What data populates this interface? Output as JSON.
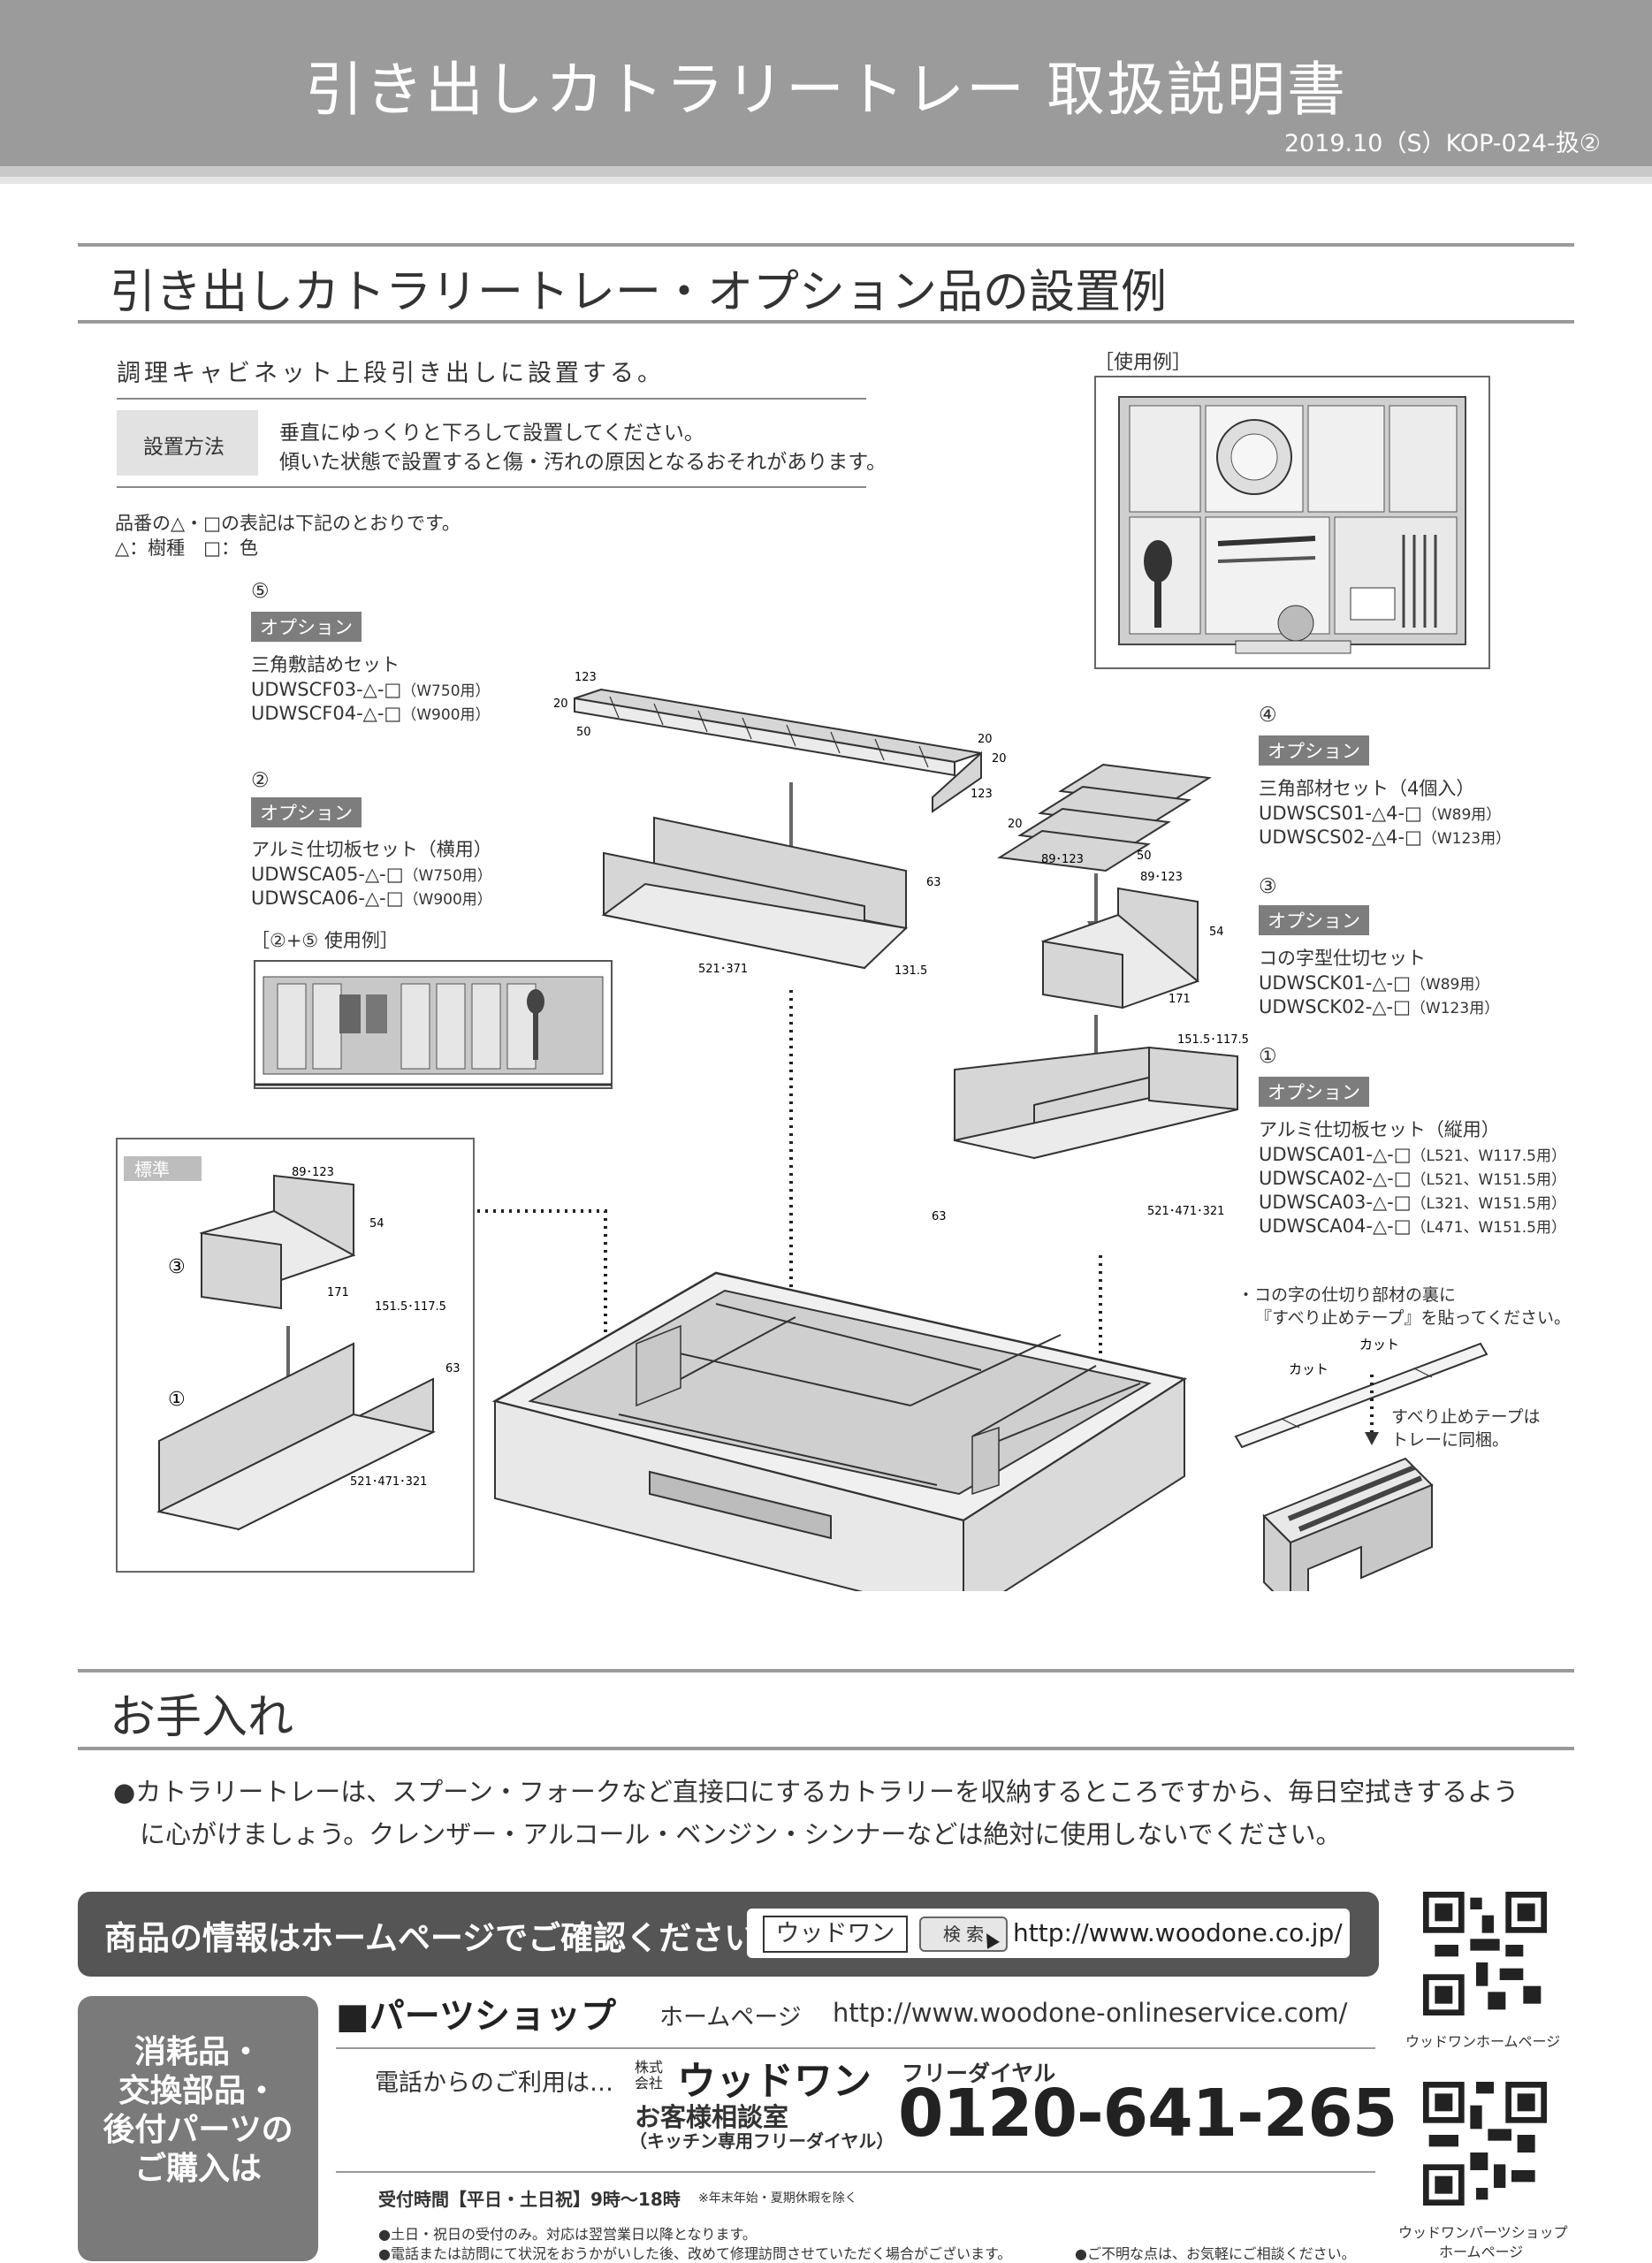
{
  "header": {
    "title": "引き出しカトラリートレー 取扱説明書",
    "doc_code": "2019.10（S）KOP-024-扱②"
  },
  "section1": {
    "title": "引き出しカトラリートレー・オプション品の設置例",
    "lead": "調理キャビネット上段引き出しに設置する。",
    "method_label": "設置方法",
    "method_lines": [
      "垂直にゆっくりと下ろして設置してください。",
      "傾いた状態で設置すると傷・汚れの原因となるおそれがあります。"
    ],
    "notation_lines": [
      "品番の△・□の表記は下記のとおりです。",
      "△：樹種　□：色"
    ],
    "usage_example_label": "［使用例］"
  },
  "options": {
    "opt5": {
      "num": "⑤",
      "tag": "オプション",
      "name": "三角敷詰めセット",
      "codes": [
        {
          "code": "UDWSCF03-△-□",
          "note": "（W750用）"
        },
        {
          "code": "UDWSCF04-△-□",
          "note": "（W900用）"
        }
      ]
    },
    "opt2": {
      "num": "②",
      "tag": "オプション",
      "name": "アルミ仕切板セット（横用）",
      "codes": [
        {
          "code": "UDWSCA05-△-□",
          "note": "（W750用）"
        },
        {
          "code": "UDWSCA06-△-□",
          "note": "（W900用）"
        }
      ],
      "example": "［②+⑤ 使用例］"
    },
    "opt4": {
      "num": "④",
      "tag": "オプション",
      "name": "三角部材セット（4個入）",
      "codes": [
        {
          "code": "UDWSCS01-△4-□",
          "note": "（W89用）"
        },
        {
          "code": "UDWSCS02-△4-□",
          "note": "（W123用）"
        }
      ]
    },
    "opt3": {
      "num": "③",
      "tag": "オプション",
      "name": "コの字型仕切セット",
      "codes": [
        {
          "code": "UDWSCK01-△-□",
          "note": "（W89用）"
        },
        {
          "code": "UDWSCK02-△-□",
          "note": "（W123用）"
        }
      ]
    },
    "opt1": {
      "num": "①",
      "tag": "オプション",
      "name": "アルミ仕切板セット（縦用）",
      "codes": [
        {
          "code": "UDWSCA01-△-□",
          "note": "（L521、W117.5用）"
        },
        {
          "code": "UDWSCA02-△-□",
          "note": "（L521、W151.5用）"
        },
        {
          "code": "UDWSCA03-△-□",
          "note": "（L321、W151.5用）"
        },
        {
          "code": "UDWSCA04-△-□",
          "note": "（L471、W151.5用）"
        }
      ]
    }
  },
  "standard": {
    "tag": "標準",
    "num3": "③",
    "num1": "①",
    "dims": {
      "w": "89･123",
      "h": "54",
      "d": "171",
      "w2": "151.5･117.5",
      "h2": "63",
      "l": "521･471･321"
    }
  },
  "dims": {
    "tri_a": "123",
    "tri_b": "20",
    "tri_c": "50",
    "tri_d": "20",
    "tri_e": "20",
    "tri_f": "123",
    "alu_h": "63",
    "alu_l": "521･371",
    "alu_d": "131.5",
    "s4_a": "20",
    "s4_b": "89･123",
    "s4_c": "50",
    "k_w": "89･123",
    "k_h": "54",
    "k_d": "171",
    "v_w": "151.5･117.5",
    "v_h": "63",
    "v_l": "521･471･321"
  },
  "tape": {
    "note_lines": [
      "・コの字の仕切り部材の裏に",
      "『すべり止めテープ』を貼ってください。"
    ],
    "cut1": "カット",
    "cut2": "カット",
    "included_lines": [
      "すべり止めテープは",
      "トレーに同梱。"
    ]
  },
  "care": {
    "title": "お手入れ",
    "lines": [
      "●カトラリートレーは、スプーン・フォークなど直接口にするカトラリーを収納するところですから、毎日空拭きするよう",
      "に心がけましょう。クレンザー・アルコール・ベンジン・シンナーなどは絶対に使用しないでください。"
    ]
  },
  "footer": {
    "bar_text": "商品の情報はホームページでご確認ください。",
    "search_word": "ウッドワン",
    "search_button": "検 索",
    "site_url": "http://www.woodone.co.jp/",
    "qr1_caption": "ウッドワンホームページ",
    "qr2_caption_lines": [
      "ウッドワンパーツショップ",
      "ホームページ"
    ],
    "buy_lines": [
      "消耗品・",
      "交換部品・",
      "後付パーツの",
      "ご購入は"
    ],
    "shop_title": "■パーツショップ",
    "shop_hp_label": "ホームページ",
    "shop_url": "http://www.woodone-onlineservice.com/",
    "phone_lead": "電話からのご利用は…",
    "company_prefix": "株式会社",
    "company": "ウッドワン",
    "desk": "お客様相談室",
    "desk_sub": "（キッチン専用フリーダイヤル）",
    "freedial_label": "フリーダイヤル",
    "phone": "0120-641-265",
    "hours": "受付時間【平日・土日祝】9時〜18時",
    "hours_note": "※年末年始・夏期休暇を除く",
    "notes": [
      "●土日・祝日の受付のみ。対応は翌営業日以降となります。",
      "●電話または訪問にて状況をおうかがいした後、改めて修理訪問させていただく場合がございます。"
    ],
    "note_right": "●ご不明な点は、お気軽にご相談ください。"
  }
}
